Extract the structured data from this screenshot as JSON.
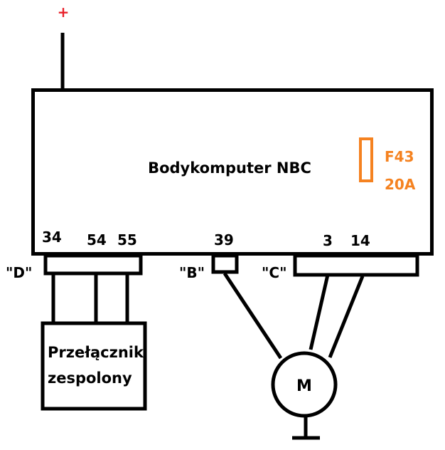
{
  "power": {
    "symbol": "+",
    "color": "#e8202a"
  },
  "main_unit": {
    "title": "Bodykomputer NBC"
  },
  "fuse": {
    "name": "F43",
    "rating": "20A",
    "color": "#f58220"
  },
  "pins": {
    "p34": "34",
    "p54": "54",
    "p55": "55",
    "p39": "39",
    "p3": "3",
    "p14": "14"
  },
  "connectors": {
    "d": "\"D\"",
    "b": "\"B\"",
    "c": "\"C\""
  },
  "switch": {
    "line1": "Przełącznik",
    "line2": "zespolony"
  },
  "motor": {
    "label": "M"
  }
}
